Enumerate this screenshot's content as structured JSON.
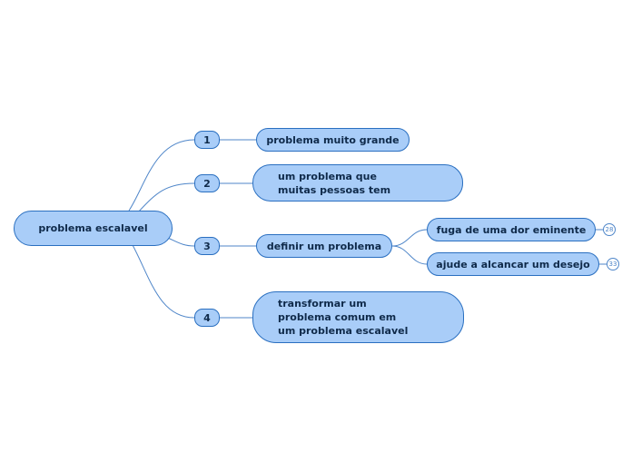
{
  "root": {
    "label": "problema escalavel"
  },
  "branches": [
    {
      "number": "1",
      "label": "problema muito grande"
    },
    {
      "number": "2",
      "label": "um problema que muitas pessoas tem"
    },
    {
      "number": "3",
      "label": "definir um problema",
      "children": [
        {
          "label": "fuga de uma dor eminente",
          "count": "28"
        },
        {
          "label": "ajude a alcancar um desejo",
          "count": "33"
        }
      ]
    },
    {
      "number": "4",
      "label": "transformar um problema comum em um problema escalavel"
    }
  ],
  "colors": {
    "fill": "#a9cdf8",
    "border": "#2a6fc0",
    "connector": "#4f86c9",
    "text": "#0f2a4a"
  }
}
